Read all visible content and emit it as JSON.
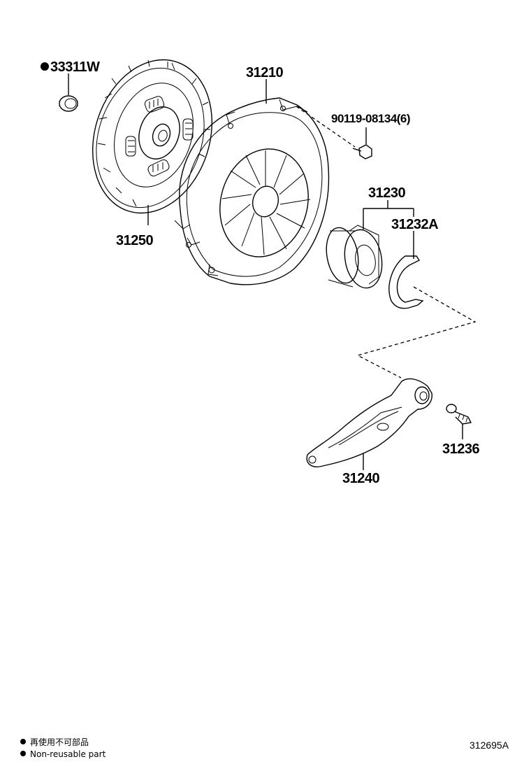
{
  "parts": {
    "p33311w": "33311W",
    "p31210": "31210",
    "p90119": "90119-08134(6)",
    "p31230": "31230",
    "p31232a": "31232A",
    "p31250": "31250",
    "p31240": "31240",
    "p31236": "31236"
  },
  "legend": {
    "ja": "再使用不可部品",
    "en": "Non-reusable part"
  },
  "illustration_code": "312695A"
}
